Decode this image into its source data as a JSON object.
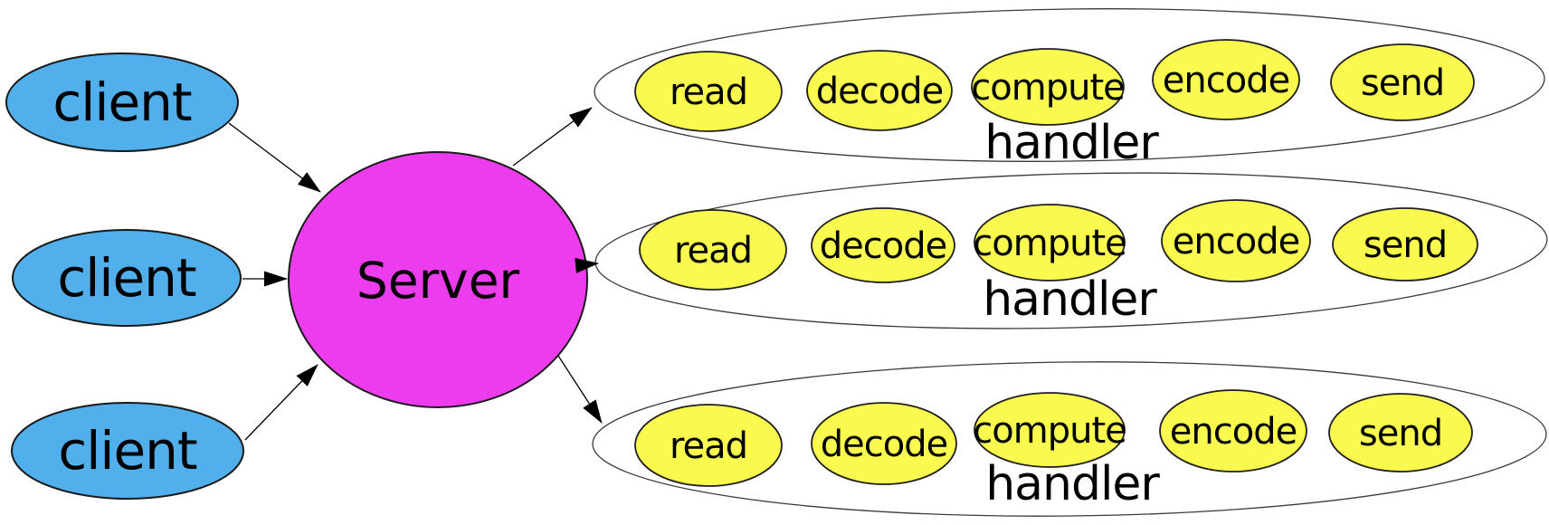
{
  "diagram": {
    "background": "#FFFFFF",
    "colors": {
      "client_fill": "#51AFEC",
      "server_fill": "#ED3CED",
      "stage_fill": "#FAFA4E",
      "arrow": "#000000",
      "text": "#000000"
    },
    "clients": [
      {
        "label": "client"
      },
      {
        "label": "client"
      },
      {
        "label": "client"
      }
    ],
    "server": {
      "label": "Server"
    },
    "handlers": [
      {
        "label": "handler",
        "stages": [
          "read",
          "decode",
          "compute",
          "encode",
          "send"
        ]
      },
      {
        "label": "handler",
        "stages": [
          "read",
          "decode",
          "compute",
          "encode",
          "send"
        ]
      },
      {
        "label": "handler",
        "stages": [
          "read",
          "decode",
          "compute",
          "encode",
          "send"
        ]
      }
    ],
    "edges": [
      {
        "from": "client-1",
        "to": "server"
      },
      {
        "from": "client-2",
        "to": "server"
      },
      {
        "from": "client-3",
        "to": "server"
      },
      {
        "from": "server",
        "to": "handler-1"
      },
      {
        "from": "server",
        "to": "handler-2"
      },
      {
        "from": "server",
        "to": "handler-3"
      }
    ]
  }
}
